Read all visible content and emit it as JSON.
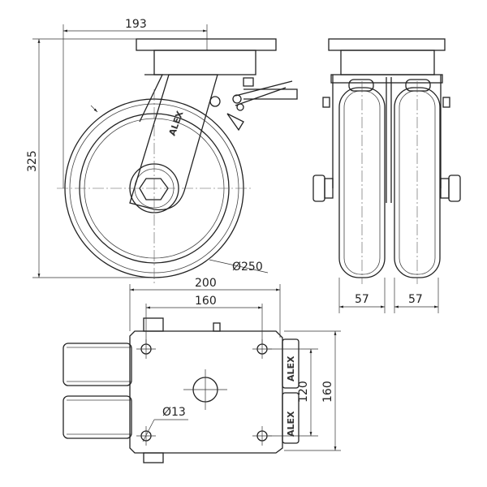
{
  "dimensions": {
    "offset": "193",
    "height": "325",
    "wheel_diameter": "Ø250",
    "wheel_width_left": "57",
    "wheel_width_right": "57",
    "plate_length": "200",
    "hole_spacing_length": "160",
    "hole_spacing_width": "120",
    "plate_width": "160",
    "bolt_hole_diameter": "Ø13"
  },
  "branding": {
    "logo_text": "ALEX"
  }
}
